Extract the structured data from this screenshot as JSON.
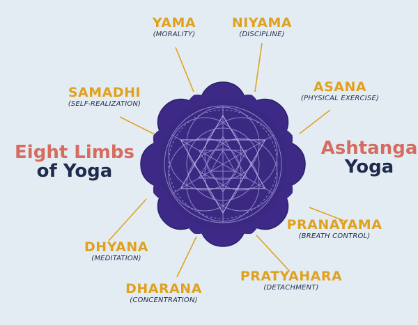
{
  "left_title": {
    "line1": "Eight Limbs",
    "line2": "of Yoga"
  },
  "right_title": {
    "line1": "Ashtanga",
    "line2": "Yoga"
  },
  "limbs": [
    {
      "name": "YAMA",
      "meaning": "(MORALITY)"
    },
    {
      "name": "NIYAMA",
      "meaning": "(DISCIPLINE)"
    },
    {
      "name": "ASANA",
      "meaning": "(PHYSICAL EXERCISE)"
    },
    {
      "name": "PRANAYAMA",
      "meaning": "(BREATH CONTROL)"
    },
    {
      "name": "PRATYAHARA",
      "meaning": "(DETACHMENT)"
    },
    {
      "name": "DHARANA",
      "meaning": "(CONCENTRATION)"
    },
    {
      "name": "DHYANA",
      "meaning": "(MEDITATION)"
    },
    {
      "name": "SAMADHI",
      "meaning": "(SELF-REALIZATION)"
    }
  ],
  "colors": {
    "background": "#e4ecf3",
    "lotus": "#3d2a86",
    "lotus_dark": "#2c1e6b",
    "accent_gold": "#e0a21e",
    "title_red": "#d56c5f",
    "title_navy": "#1e2b4d"
  }
}
